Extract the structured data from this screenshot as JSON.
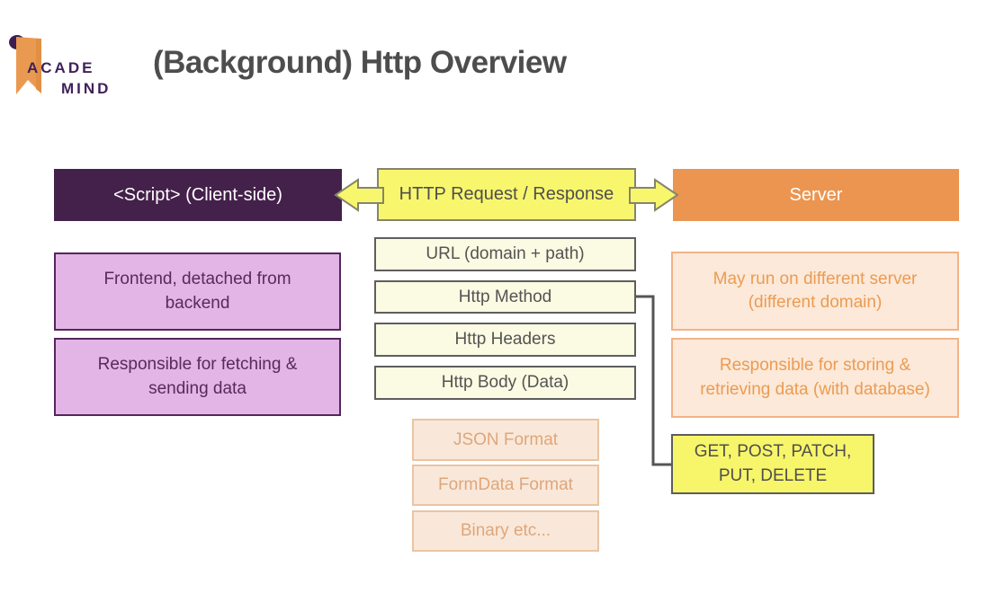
{
  "brand": {
    "name_line1": "ACADE",
    "name_line2": "MIND"
  },
  "title": "(Background) Http Overview",
  "diagram": {
    "client": {
      "header": "<Script> (Client-side)",
      "notes": [
        "Frontend, detached from backend",
        "Responsible for fetching & sending data"
      ]
    },
    "http": {
      "header": "HTTP Request / Response",
      "request_parts": [
        "URL (domain + path)",
        "Http Method",
        "Http Headers",
        "Http Body (Data)"
      ],
      "body_formats": [
        "JSON Format",
        "FormData Format",
        "Binary etc..."
      ]
    },
    "server": {
      "header": "Server",
      "notes": [
        "May run on different server (different domain)",
        "Responsible for storing & retrieving data (with database)"
      ],
      "methods": "GET, POST, PATCH, PUT, DELETE"
    }
  },
  "colors": {
    "dark_purple": "#44214a",
    "light_purple_fill": "#e2b5e6",
    "purple_text": "#562a5e",
    "yellow": "#f8f66d",
    "yellow_border": "#84846c",
    "cream_fill": "#fbfae2",
    "orange": "#eb9550",
    "peach_fill": "#fce9d9",
    "peach_border": "#f2b387",
    "orange_text": "#ec9b52",
    "tan_text": "#dfa67a",
    "gray_text": "#4f4f4f",
    "connector_gray": "#555555",
    "logo_orange": "#ea9a50",
    "logo_purple": "#41215b"
  }
}
